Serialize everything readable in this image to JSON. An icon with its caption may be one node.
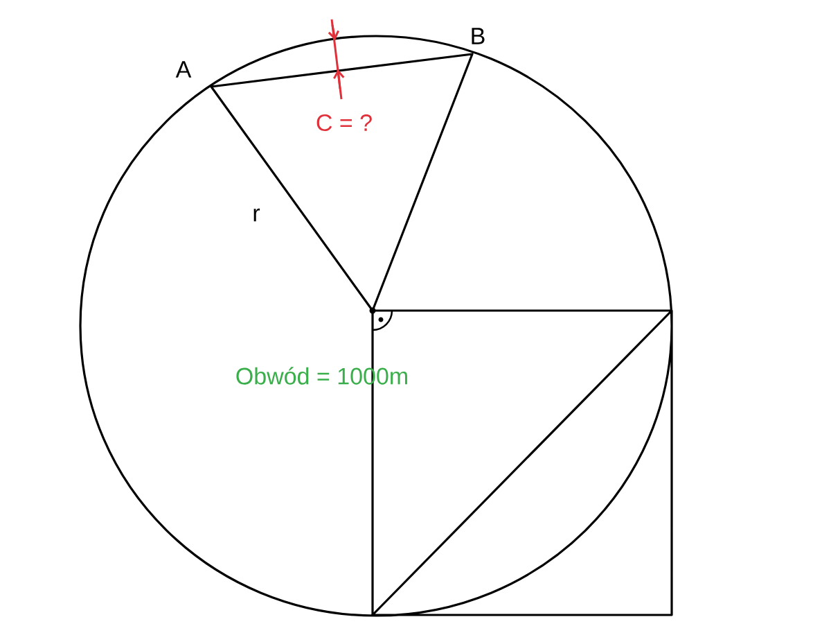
{
  "diagram": {
    "labels": [
      "A",
      "B",
      "C = ?",
      "r",
      "Obwód = 1000m"
    ]
  }
}
